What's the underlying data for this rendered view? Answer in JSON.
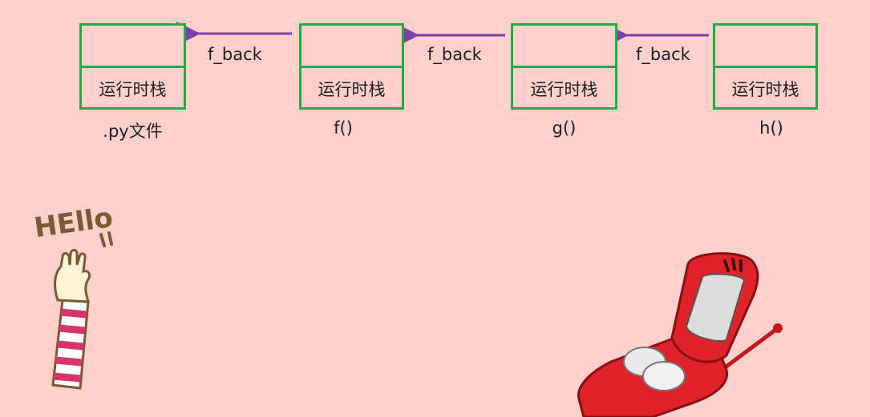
{
  "frames": [
    {
      "label": "运行时栈",
      "caption": ".py文件"
    },
    {
      "label": "运行时栈",
      "caption": "f()"
    },
    {
      "label": "运行时栈",
      "caption": "g()"
    },
    {
      "label": "运行时栈",
      "caption": "h()"
    }
  ],
  "arrows": [
    {
      "label": "f_back"
    },
    {
      "label": "f_back"
    },
    {
      "label": "f_back"
    }
  ],
  "decorations": {
    "greeting_sticker": "HEllo",
    "phone_sticker": "phone-illustration"
  },
  "colors": {
    "background": "#fdd0cb",
    "frame_border": "#22ab45",
    "arrow": "#7b3fa8",
    "text": "#1e1e1e"
  }
}
